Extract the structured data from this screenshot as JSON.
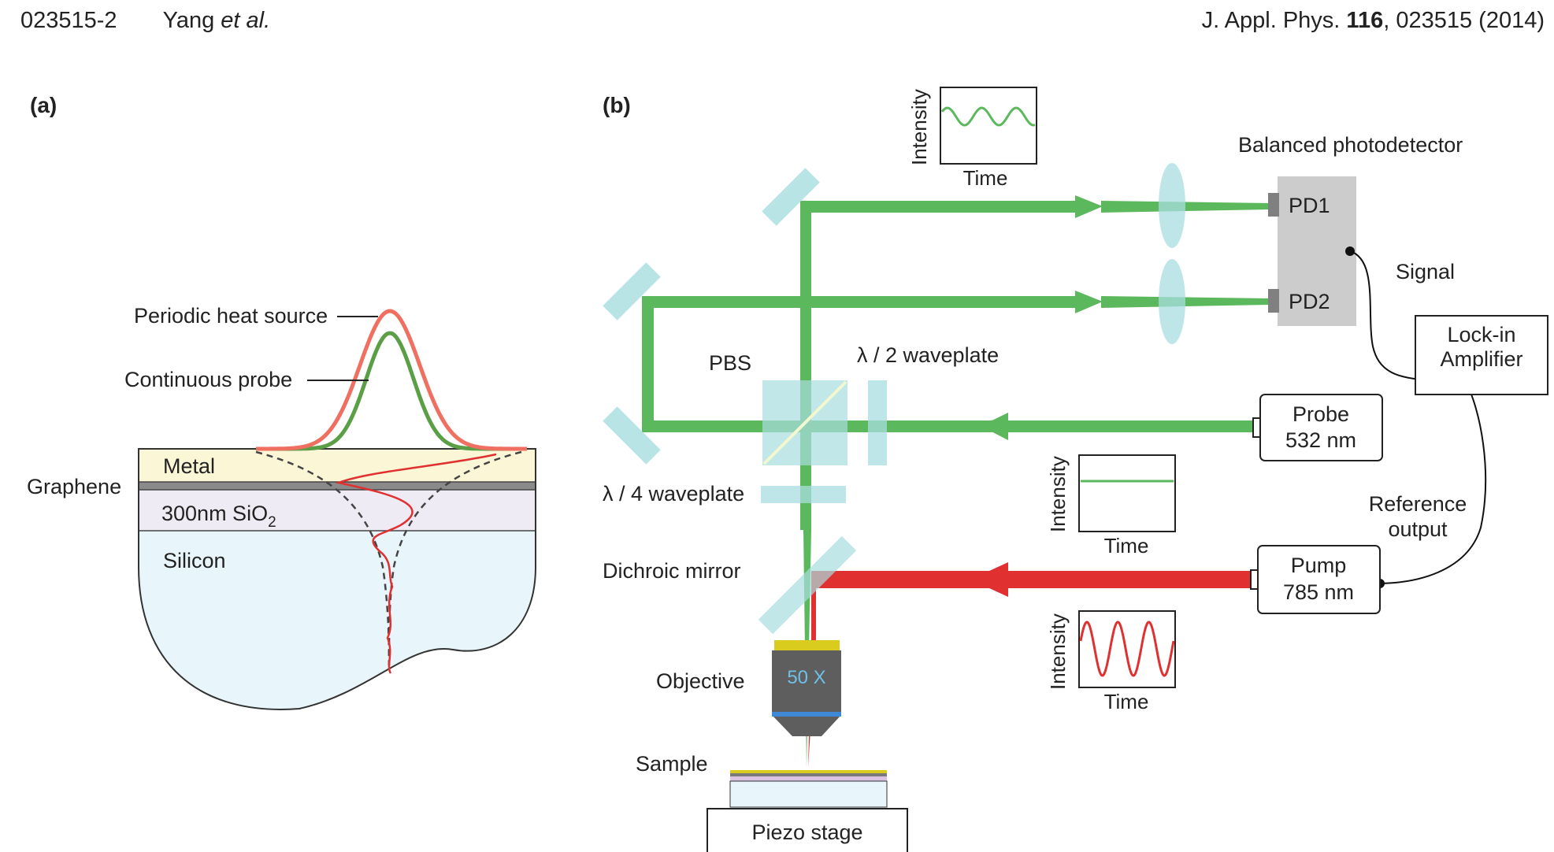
{
  "header": {
    "page_id": "023515-2",
    "authors_name": "Yang",
    "authors_etal": "et al.",
    "journal": "J. Appl. Phys.",
    "volume": "116",
    "article": ", 023515 (2014)"
  },
  "panel_a": {
    "label": "(a)",
    "periodic_heat_source": "Periodic heat source",
    "continuous_probe": "Continuous probe",
    "metal": "Metal",
    "graphene": "Graphene",
    "sio2_prefix": "300nm SiO",
    "sio2_sub": "2",
    "silicon": "Silicon"
  },
  "panel_b": {
    "label": "(b)",
    "balanced_photodetector": "Balanced photodetector",
    "pd1": "PD1",
    "pd2": "PD2",
    "signal": "Signal",
    "lockin_line1": "Lock-in",
    "lockin_line2": "Amplifier",
    "pbs": "PBS",
    "half_waveplate": "λ / 2  waveplate",
    "quarter_waveplate": "λ / 4  waveplate",
    "probe_line1": "Probe",
    "probe_line2": "532 nm",
    "pump_line1": "Pump",
    "pump_line2": "785 nm",
    "reference_line1": "Reference",
    "reference_line2": "output",
    "dichroic_mirror": "Dichroic mirror",
    "objective": "Objective",
    "objective_mag": "50 X",
    "sample": "Sample",
    "piezo_stage": "Piezo stage",
    "intensity": "Intensity",
    "time": "Time"
  },
  "colors": {
    "green_beam": "#5cb85c",
    "red_beam": "#e03030",
    "optic_cyan": "#a8dde0",
    "metal_fill": "#fbf6d6",
    "sio2_fill": "#efebf4",
    "silicon_fill": "#e8f5fb",
    "detector_gray": "#cccccc"
  }
}
